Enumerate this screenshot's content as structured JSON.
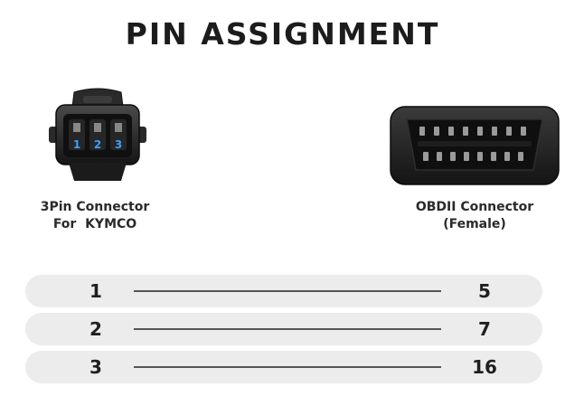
{
  "title": "PIN ASSIGNMENT",
  "left_connector": {
    "caption_line1": "3Pin Connector",
    "caption_line2": "For  KYMCO",
    "pin_labels": [
      "1",
      "2",
      "3"
    ]
  },
  "right_connector": {
    "caption_line1": "OBDII Connector",
    "caption_line2": "(Female)"
  },
  "pin_map": [
    {
      "from": "1",
      "to": "5"
    },
    {
      "from": "2",
      "to": "7"
    },
    {
      "from": "3",
      "to": "16"
    }
  ],
  "colors": {
    "accent_pin_label": "#3aa0ff",
    "connector_body": "#2b2b2b",
    "row_background": "#ececec"
  }
}
